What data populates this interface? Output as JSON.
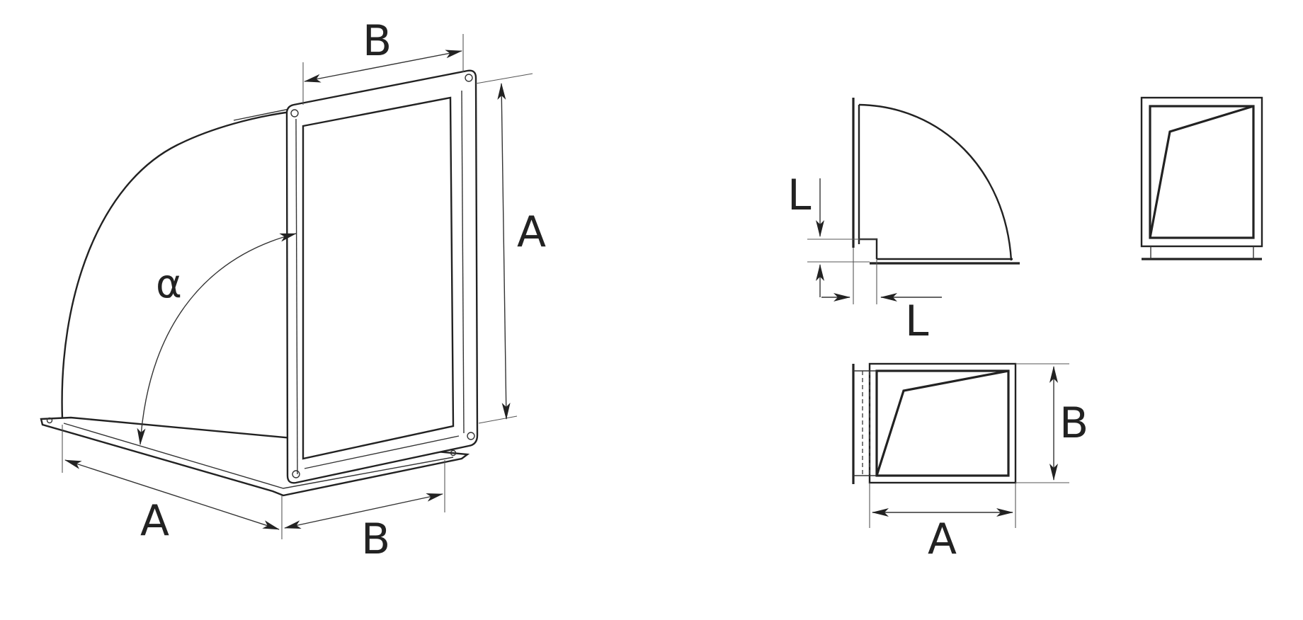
{
  "diagram": {
    "iso_view": {
      "label_b_top": "B",
      "label_a_right": "A",
      "label_alpha": "α",
      "label_a_bottom": "A",
      "label_b_bottom": "B"
    },
    "side_view": {
      "label_l_left": "L",
      "label_l_bottom": "L"
    },
    "bottom_view": {
      "label_b_right": "B",
      "label_a_bottom": "A"
    },
    "colors": {
      "line": "#222222",
      "background": "#ffffff"
    }
  }
}
